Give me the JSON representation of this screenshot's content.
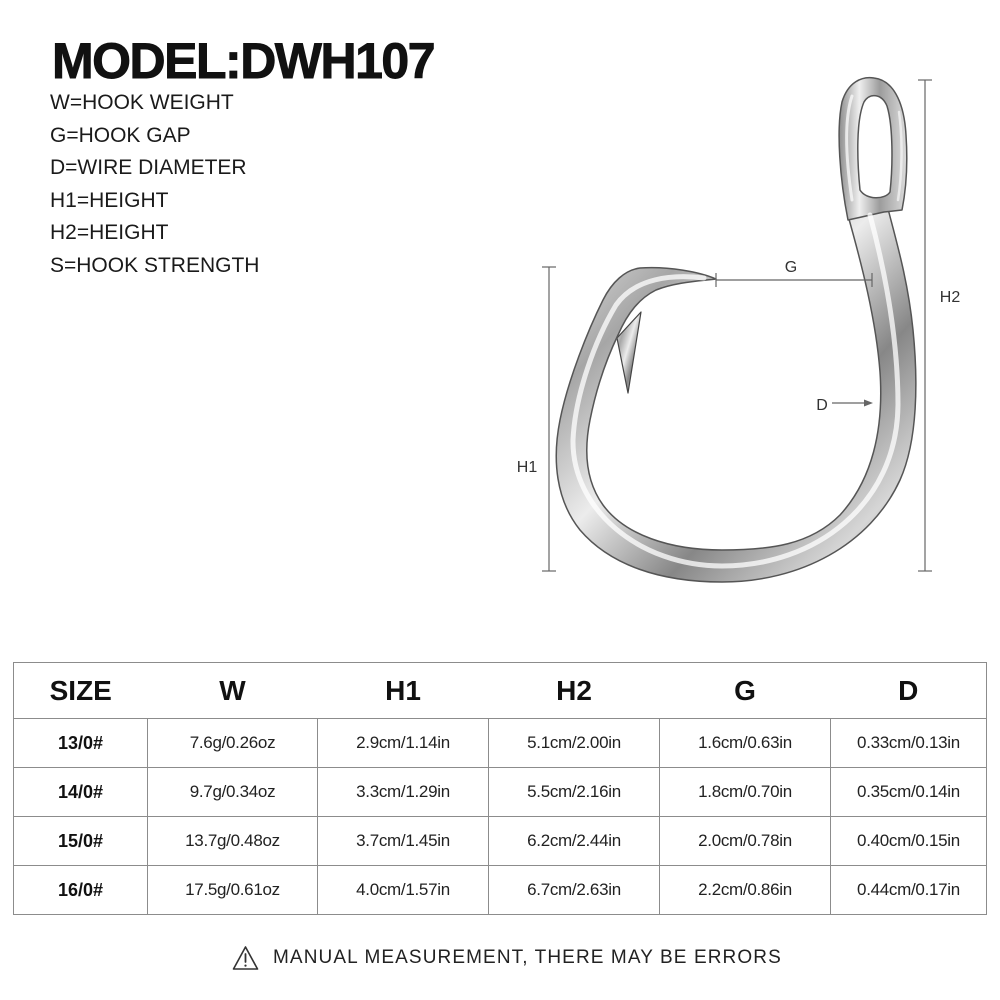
{
  "title": "MODEL:DWH107",
  "legend": [
    "W=HOOK WEIGHT",
    "G=HOOK GAP",
    "D=WIRE DIAMETER",
    "H1=HEIGHT",
    "H2=HEIGHT",
    "S=HOOK STRENGTH"
  ],
  "diagram": {
    "hook_icon": "fishing-hook-icon",
    "labels": {
      "g": "G",
      "d": "D",
      "h1": "H1",
      "h2": "H2"
    }
  },
  "table": {
    "headers": [
      "SIZE",
      "W",
      "H1",
      "H2",
      "G",
      "D"
    ],
    "rows": [
      [
        "13/0#",
        "7.6g/0.26oz",
        "2.9cm/1.14in",
        "5.1cm/2.00in",
        "1.6cm/0.63in",
        "0.33cm/0.13in"
      ],
      [
        "14/0#",
        "9.7g/0.34oz",
        "3.3cm/1.29in",
        "5.5cm/2.16in",
        "1.8cm/0.70in",
        "0.35cm/0.14in"
      ],
      [
        "15/0#",
        "13.7g/0.48oz",
        "3.7cm/1.45in",
        "6.2cm/2.44in",
        "2.0cm/0.78in",
        "0.40cm/0.15in"
      ],
      [
        "16/0#",
        "17.5g/0.61oz",
        "4.0cm/1.57in",
        "6.7cm/2.63in",
        "2.2cm/0.86in",
        "0.44cm/0.17in"
      ]
    ]
  },
  "footer": {
    "icon": "warning-icon",
    "text": "MANUAL MEASUREMENT, THERE MAY BE ERRORS"
  },
  "colors": {
    "background": "#ffffff",
    "text": "#111111",
    "table_border": "#8c8c8c",
    "dimension_line": "#666666"
  }
}
